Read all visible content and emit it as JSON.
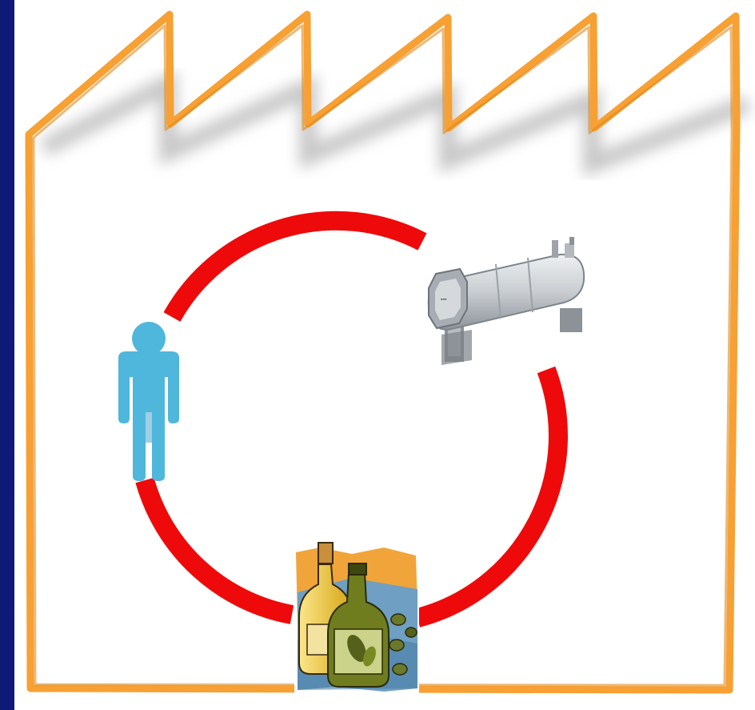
{
  "colors": {
    "background_band": "#0f1a78",
    "factory_outline": "#f7a033",
    "factory_outline_dark": "#e08a1e",
    "factory_shadow": "#9a9a9a",
    "cycle_ring": "#ee0a0a",
    "worker_figure": "#4fb6dc",
    "worker_figure_dark": "#3d9fc6",
    "machine_body": "#c9cdd1",
    "machine_dark": "#7e858c",
    "bottle_oil": "#e8c21a",
    "bottle_green": "#6f7d1e",
    "olive": "#6b7a2a",
    "product_backdrop": "#5b8fb3"
  },
  "diagram": {
    "elements": [
      {
        "id": "factory",
        "icon": "factory-outline-icon"
      },
      {
        "id": "cycle",
        "icon": "cycle-ring"
      },
      {
        "id": "worker",
        "icon": "person-icon"
      },
      {
        "id": "machine",
        "icon": "industrial-machine-icon"
      },
      {
        "id": "product",
        "icon": "olive-oil-bottles-icon"
      }
    ]
  }
}
